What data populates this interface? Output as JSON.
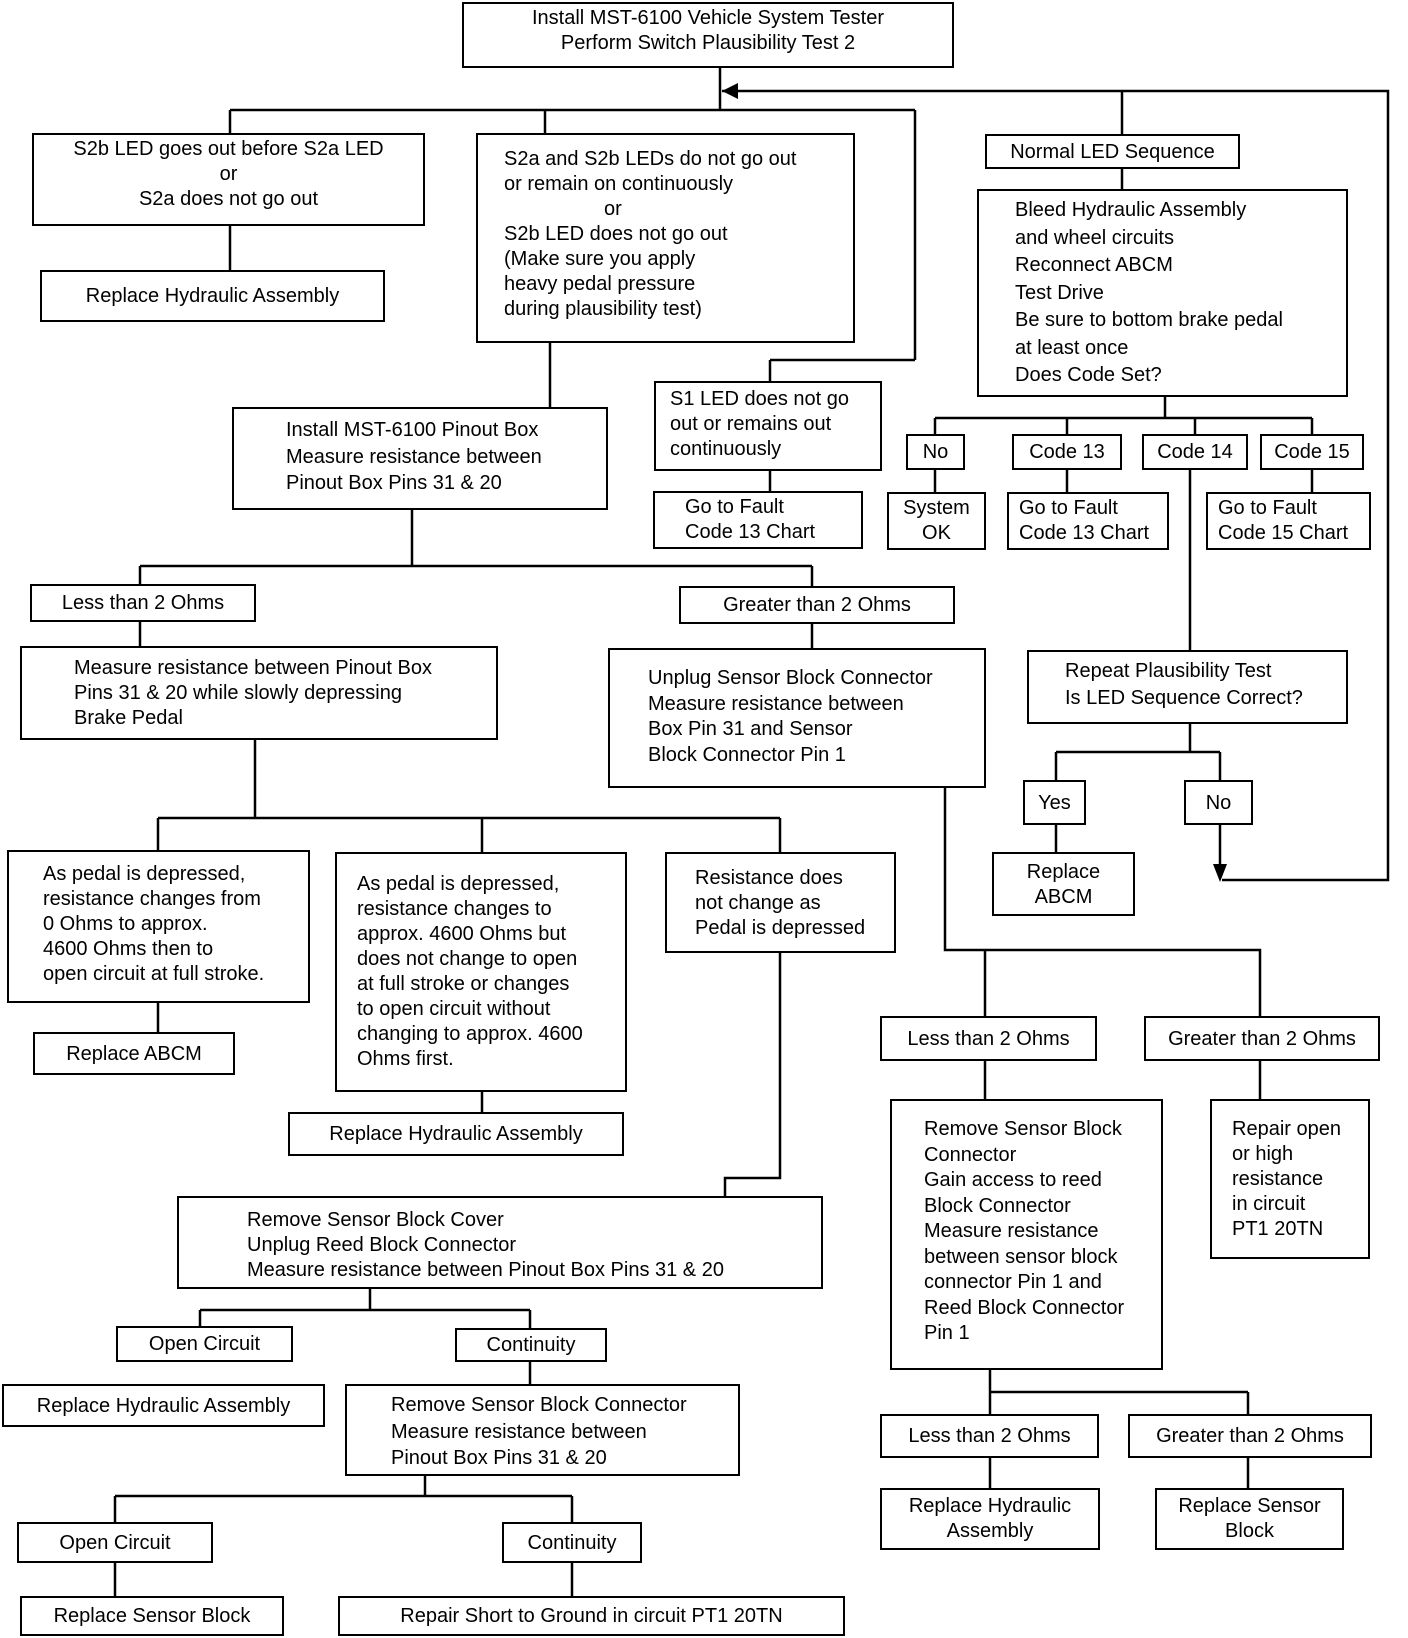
{
  "nodes": {
    "start": "Install MST-6100 Vehicle System Tester\nPerform Switch Plausibility Test 2",
    "s2b_first": "S2b LED goes out before S2a LED\nor\nS2a does not go out",
    "replace_hyd_1": "Replace Hydraulic Assembly",
    "s2a_s2b": "S2a and S2b LEDs do not go out\nor remain on continuously\n                  or\nS2b LED does not go out\n(Make sure you apply\nheavy pedal pressure\nduring plausibility test)",
    "s1_led": "S1 LED does not go\nout or remains out\ncontinuously",
    "fault13_a": "Go to Fault\nCode 13 Chart",
    "normal_seq": "Normal LED Sequence",
    "bleed": "Bleed Hydraulic Assembly\nand wheel circuits\nReconnect ABCM\nTest Drive\nBe sure to bottom brake pedal\nat least once\nDoes Code Set?",
    "no_1": "No",
    "code13": "Code 13",
    "code14": "Code 14",
    "code15": "Code 15",
    "system_ok": "System\nOK",
    "fault13_b": "Go to Fault\nCode 13 Chart",
    "fault15": "Go to Fault\nCode 15 Chart",
    "repeat": "Repeat Plausibility Test\nIs LED Sequence Correct?",
    "yes": "Yes",
    "no_2": "No",
    "replace_abcm_2": "Replace\nABCM",
    "pinout_box": "Install MST-6100 Pinout Box\nMeasure resistance between\nPinout Box Pins 31 & 20",
    "less2_a": "Less than 2 Ohms",
    "greater2_a": "Greater than 2 Ohms",
    "measure_pedal": "Measure resistance between Pinout Box\nPins 31 & 20 while slowly depressing\nBrake Pedal",
    "unplug_sensor": "Unplug Sensor Block Connector\nMeasure resistance between\nBox Pin 31 and Sensor\nBlock Connector Pin 1",
    "pedal_ok": "As pedal is depressed,\nresistance changes from\n0 Ohms to approx.\n4600 Ohms then to\nopen circuit at full stroke.",
    "pedal_bad": "As pedal is depressed,\nresistance changes to\napprox. 4600 Ohms but\ndoes not change to open\nat full stroke or changes\nto open circuit without\nchanging to approx. 4600\nOhms first.",
    "no_change": "Resistance does\nnot change as\nPedal is depressed",
    "replace_abcm_1": "Replace ABCM",
    "replace_hyd_2": "Replace Hydraulic Assembly",
    "remove_cover": "Remove Sensor Block Cover\nUnplug Reed Block Connector\nMeasure resistance between Pinout Box Pins 31 & 20",
    "open_1": "Open Circuit",
    "cont_1": "Continuity",
    "replace_hyd_3": "Replace Hydraulic Assembly",
    "remove_conn": "Remove Sensor Block Connector\nMeasure resistance between\nPinout Box Pins 31 & 20",
    "open_2": "Open Circuit",
    "cont_2": "Continuity",
    "replace_sensor_1": "Replace Sensor Block",
    "repair_short": "Repair Short to Ground in circuit PT1 20TN",
    "less2_b": "Less than 2 Ohms",
    "greater2_b": "Greater than 2 Ohms",
    "remove_conn_reed": "Remove Sensor Block\nConnector\nGain access to reed\nBlock Connector\nMeasure resistance\nbetween sensor block\nconnector Pin 1 and\nReed Block Connector\nPin 1",
    "repair_open": "Repair open\nor high\nresistance\nin circuit\nPT1 20TN",
    "less2_c": "Less than 2 Ohms",
    "greater2_c": "Greater than 2 Ohms",
    "replace_hyd_4": "Replace Hydraulic\nAssembly",
    "replace_sensor_2": "Replace Sensor\nBlock"
  }
}
